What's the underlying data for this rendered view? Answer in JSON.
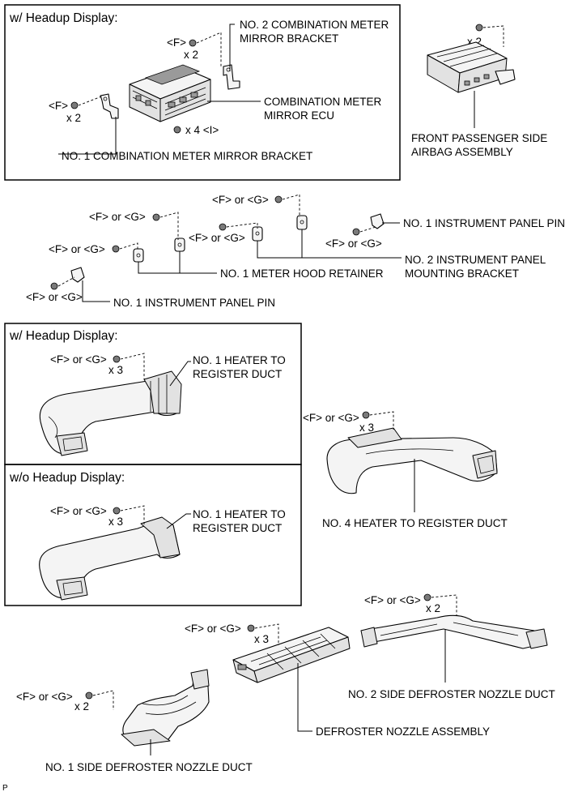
{
  "panels": {
    "top_hud": "w/ Headup Display:",
    "middle_hud": "w/ Headup Display:",
    "middle_wo_hud": "w/o Headup Display:"
  },
  "labels": {
    "no2_mirror_bracket": [
      "NO. 2 COMBINATION METER",
      "MIRROR BRACKET"
    ],
    "mirror_ecu": [
      "COMBINATION METER",
      "MIRROR ECU"
    ],
    "no1_mirror_bracket": "NO. 1 COMBINATION METER MIRROR BRACKET",
    "passenger_airbag": [
      "FRONT PASSENGER SIDE",
      "AIRBAG ASSEMBLY"
    ],
    "no1_panel_pin_right": "NO. 1 INSTRUMENT PANEL PIN",
    "no2_panel_mounting_bracket": [
      "NO. 2 INSTRUMENT PANEL",
      "MOUNTING BRACKET"
    ],
    "no1_meter_hood_retainer": "NO. 1 METER HOOD RETAINER",
    "no1_panel_pin_left": "NO. 1 INSTRUMENT PANEL PIN",
    "no1_heater_duct_hud": [
      "NO. 1 HEATER TO",
      "REGISTER DUCT"
    ],
    "no1_heater_duct_wo_hud": [
      "NO. 1 HEATER TO",
      "REGISTER DUCT"
    ],
    "no4_heater_duct": "NO. 4 HEATER TO REGISTER DUCT",
    "no2_side_defroster_duct": "NO. 2 SIDE DEFROSTER NOZZLE DUCT",
    "defroster_nozzle": "DEFROSTER NOZZLE ASSEMBLY",
    "no1_side_defroster_duct": "NO. 1 SIDE DEFROSTER NOZZLE DUCT"
  },
  "fasteners": {
    "f": "<F>",
    "f_or_g": "<F> or <G>",
    "x2": "x 2",
    "x3": "x 3",
    "x4_i": "x 4  <I>"
  },
  "footer_code": "P"
}
